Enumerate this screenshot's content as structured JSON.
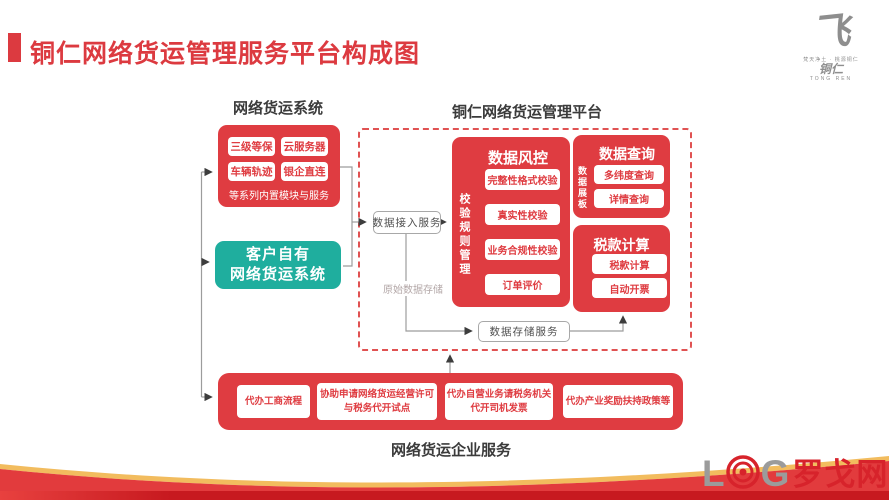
{
  "slide": {
    "title": "铜仁网络货运管理服务平台构成图"
  },
  "freight_system": {
    "heading": "网络货运系统",
    "modules": [
      "三级等保",
      "云服务器",
      "车辆轨迹",
      "银企直连"
    ],
    "caption": "等系列内置模块与服务"
  },
  "customer_system": {
    "line1": "客户自有",
    "line2": "网络货运系统"
  },
  "platform": {
    "heading": "铜仁网络货运管理平台",
    "access_service": "数据接入服务",
    "raw_storage_label": "原始数据存储",
    "storage_service": "数据存储服务",
    "risk_control": {
      "title": "数据风控",
      "side_label": "校验规则管理",
      "steps": [
        "完整性格式校验",
        "真实性校验",
        "业务合规性校验",
        "订单评价"
      ]
    },
    "data_query": {
      "title": "数据查询",
      "side_label": "数据展板",
      "items": [
        "多纬度查询",
        "详情查询"
      ]
    },
    "tax": {
      "title": "税款计算",
      "items": [
        "税款计算",
        "自动开票"
      ]
    }
  },
  "enterprise": {
    "heading": "网络货运企业服务",
    "items": [
      {
        "line1": "代办工商流程",
        "line2": ""
      },
      {
        "line1": "协助申请网络货运经营许可",
        "line2": "与税务代开试点"
      },
      {
        "line1": "代办自营业务请税务机关",
        "line2": "代开司机发票"
      },
      {
        "line1": "代办产业奖励扶持政策等",
        "line2": ""
      }
    ]
  },
  "logos": {
    "tongren": {
      "mark": "飞",
      "slogan": "梵天净土 · 桃源铜仁",
      "name": "铜仁",
      "name_en": "TONG REN"
    },
    "logclub": {
      "letter_l": "L",
      "letter_g": "G",
      "cn": "罗戈网"
    }
  },
  "colors": {
    "primary_red": "#df3c41",
    "teal": "#1fae9e",
    "dark_red": "#c7191f",
    "gold": "#f2bc5e",
    "heading_gray": "#3b3b3b"
  }
}
